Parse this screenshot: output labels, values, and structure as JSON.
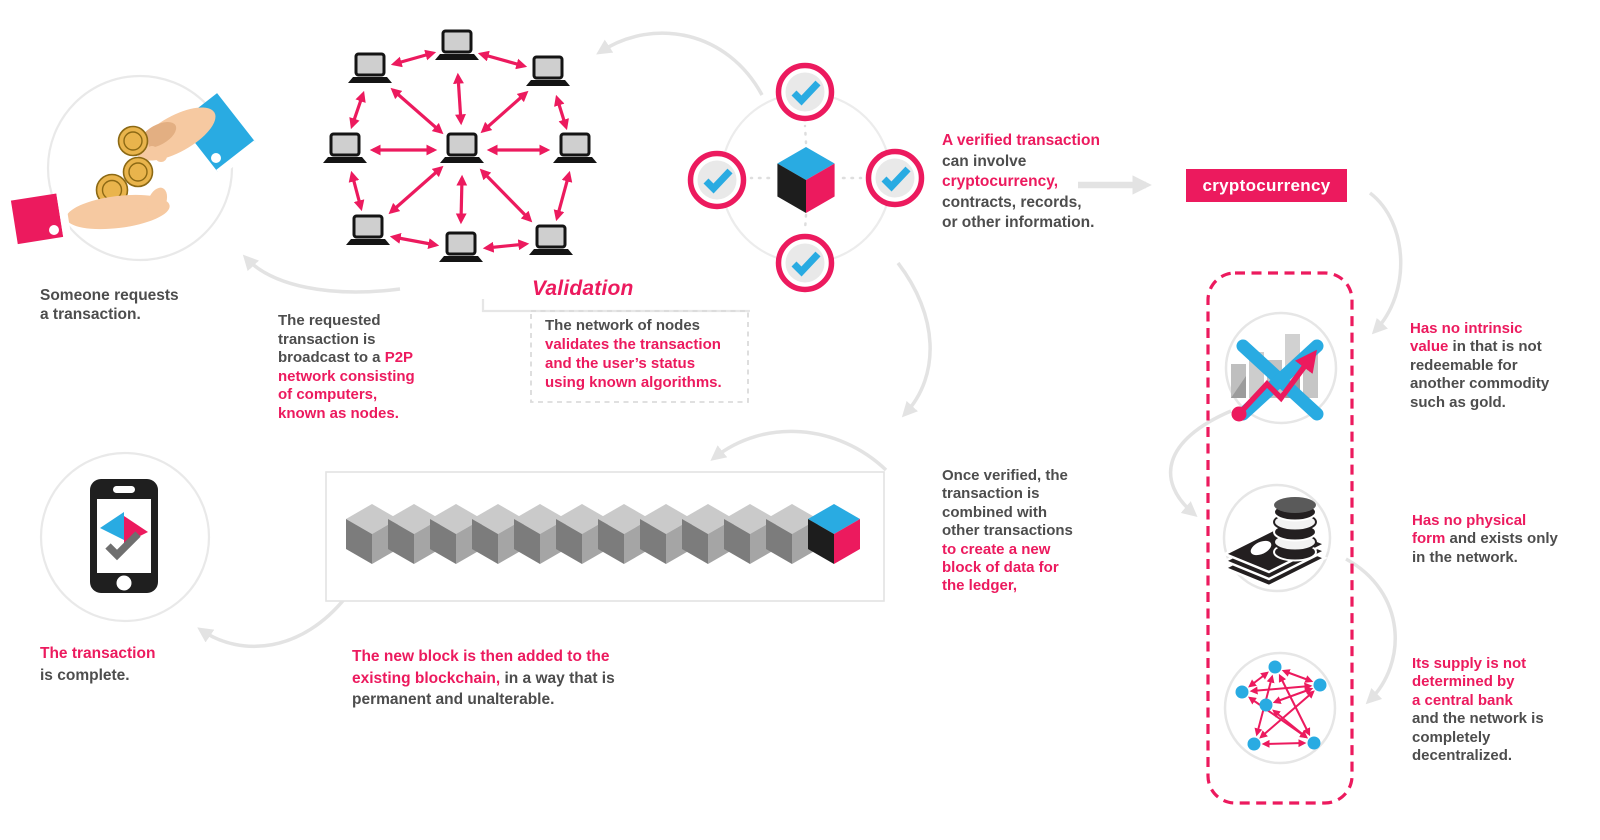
{
  "colors": {
    "pink": "#EC1A5E",
    "blue": "#29ABE2",
    "dark_text": "#4D4D4D",
    "light_gray": "#E6E6E6"
  },
  "steps": {
    "request": {
      "icon": "hand-giving-coins-icon",
      "lines": [
        [
          {
            "t": "Someone requests",
            "c": "dark"
          }
        ],
        [
          {
            "t": "a transaction.",
            "c": "dark"
          }
        ]
      ]
    },
    "broadcast": {
      "icon": "p2p-laptop-network-icon",
      "lines": [
        [
          {
            "t": "The requested",
            "c": "dark"
          }
        ],
        [
          {
            "t": "transaction is",
            "c": "dark"
          }
        ],
        [
          {
            "t": "broadcast to a ",
            "c": "dark"
          },
          {
            "t": "P2P",
            "c": "pink"
          }
        ],
        [
          {
            "t": "network consisting",
            "c": "pink"
          }
        ],
        [
          {
            "t": "of computers,",
            "c": "pink"
          }
        ],
        [
          {
            "t": "known as nodes.",
            "c": "pink"
          }
        ]
      ]
    },
    "validation": {
      "heading": "Validation",
      "lines": [
        [
          {
            "t": "The network of nodes",
            "c": "dark"
          }
        ],
        [
          {
            "t": "validates the transaction",
            "c": "pink"
          }
        ],
        [
          {
            "t": "and the user’s status",
            "c": "pink"
          }
        ],
        [
          {
            "t": "using known algorithms.",
            "c": "pink"
          }
        ]
      ]
    },
    "verified": {
      "icon": "verified-cube-checkmarks-icon",
      "lines": [
        [
          {
            "t": "A verified transaction",
            "c": "pink"
          }
        ],
        [
          {
            "t": "can involve",
            "c": "dark"
          }
        ],
        [
          {
            "t": "cryptocurrency,",
            "c": "pink"
          }
        ],
        [
          {
            "t": "contracts, records,",
            "c": "dark"
          }
        ],
        [
          {
            "t": "or other information.",
            "c": "dark"
          }
        ]
      ]
    },
    "cryptocurrency_button": {
      "label": "cryptocurrency"
    },
    "ledger": {
      "icon": "blockchain-cubes-icon",
      "lines": [
        [
          {
            "t": "Once verified, the",
            "c": "dark"
          }
        ],
        [
          {
            "t": "transaction is",
            "c": "dark"
          }
        ],
        [
          {
            "t": "combined with",
            "c": "dark"
          }
        ],
        [
          {
            "t": "other transactions",
            "c": "dark"
          }
        ],
        [
          {
            "t": "to create a new",
            "c": "pink"
          }
        ],
        [
          {
            "t": "block of data for",
            "c": "pink"
          }
        ],
        [
          {
            "t": "the ledger,",
            "c": "pink"
          }
        ]
      ]
    },
    "new_block": {
      "lines": [
        [
          {
            "t": "The new block is then added to the",
            "c": "pink"
          }
        ],
        [
          {
            "t": "existing blockchain,",
            "c": "pink"
          },
          {
            "t": " in a way that is",
            "c": "dark"
          }
        ],
        [
          {
            "t": "permanent and unalterable.",
            "c": "dark"
          }
        ]
      ]
    },
    "complete": {
      "icon": "phone-check-icon",
      "lines": [
        [
          {
            "t": "The transaction",
            "c": "pink"
          }
        ],
        [
          {
            "t": "is complete.",
            "c": "dark"
          }
        ]
      ]
    }
  },
  "properties": [
    {
      "icon": "volatility-chart-icon",
      "lines": [
        [
          {
            "t": "Has no intrinsic",
            "c": "pink"
          }
        ],
        [
          {
            "t": "value",
            "c": "pink"
          },
          {
            "t": " in that is not",
            "c": "dark"
          }
        ],
        [
          {
            "t": "redeemable for",
            "c": "dark"
          }
        ],
        [
          {
            "t": "another commodity",
            "c": "dark"
          }
        ],
        [
          {
            "t": "such as gold.",
            "c": "dark"
          }
        ]
      ]
    },
    {
      "icon": "digital-money-icon",
      "lines": [
        [
          {
            "t": "Has no physical",
            "c": "pink"
          }
        ],
        [
          {
            "t": "form",
            "c": "pink"
          },
          {
            "t": " and exists only",
            "c": "dark"
          }
        ],
        [
          {
            "t": "in the network.",
            "c": "dark"
          }
        ]
      ]
    },
    {
      "icon": "decentralized-network-icon",
      "lines": [
        [
          {
            "t": "Its supply is not",
            "c": "pink"
          }
        ],
        [
          {
            "t": "determined by",
            "c": "pink"
          }
        ],
        [
          {
            "t": "a central bank",
            "c": "pink"
          }
        ],
        [
          {
            "t": "and the network is",
            "c": "dark"
          }
        ],
        [
          {
            "t": "completely",
            "c": "dark"
          }
        ],
        [
          {
            "t": "decentralized.",
            "c": "dark"
          }
        ]
      ]
    }
  ]
}
